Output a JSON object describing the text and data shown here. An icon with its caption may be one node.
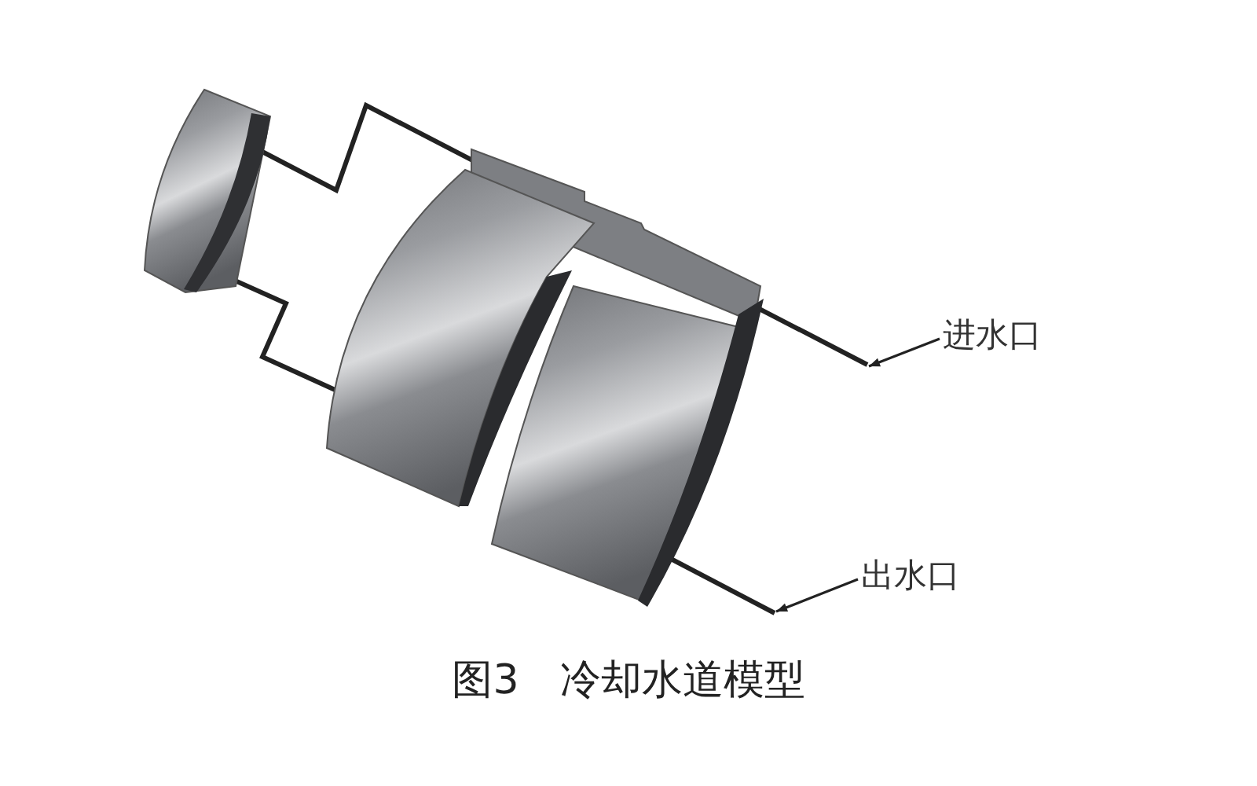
{
  "diagram": {
    "caption": "图3　冷却水道模型",
    "nodes": [
      {
        "text": [
          "进水口"
        ]
      },
      {
        "text": [
          "出水口"
        ]
      }
    ],
    "edges": [
      {
        "from": 0,
        "to": null,
        "arrow": "to"
      },
      {
        "from": 1,
        "to": null,
        "arrow": "to"
      }
    ]
  }
}
